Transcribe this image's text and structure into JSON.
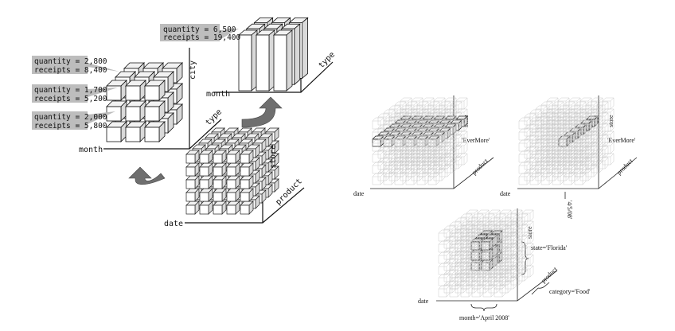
{
  "left": {
    "cuboid_type_city_month": {
      "axes": {
        "x": "month",
        "y": "city",
        "z": "type"
      },
      "callouts": [
        {
          "line1": "quantity = 2,800",
          "line2": "receipts = 8,400"
        },
        {
          "line1": "quantity = 1,700",
          "line2": "receipts = 5,200"
        },
        {
          "line1": "quantity = 2,000",
          "line2": "receipts = 5,800"
        }
      ]
    },
    "cuboid_type_month": {
      "axes": {
        "x": "month",
        "z": "type"
      },
      "callout": {
        "line1": "quantity = 6,500",
        "line2": "receipts = 19,400"
      }
    },
    "cube_base": {
      "axes": {
        "x": "date",
        "y": "store",
        "z": "product"
      }
    }
  },
  "right": {
    "slice_store": {
      "axes": {
        "x": "date",
        "y": "store",
        "z": "product"
      },
      "label": "'EverMore'"
    },
    "dice_store_date": {
      "axes": {
        "x": "date",
        "y": "store",
        "z": "product"
      },
      "label": "'EverMore'",
      "date_label": "'4/5/08'"
    },
    "dice_subcube": {
      "axes": {
        "x": "date",
        "y": "store",
        "z": "product"
      },
      "labels": {
        "state": "state='Florida'",
        "category": "category='Food'",
        "month": "month='April 2008'"
      }
    }
  },
  "colors": {
    "callout": "#bdbdbd",
    "arrow": "#6f6f6f",
    "grid": "#c8c8c8",
    "ink": "#111111"
  }
}
